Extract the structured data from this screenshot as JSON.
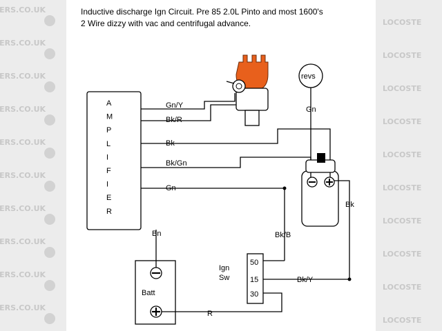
{
  "title": {
    "line1": "Inductive discharge Ign Circuit.  Pre 85 2.0L Pinto and most 1600's",
    "line2": "2 Wire dizzy with vac and centrifugal advance."
  },
  "watermark": {
    "left_text": "DERS.CO.UK",
    "right_text": "LOCOSTE",
    "rows": 10
  },
  "amplifier": {
    "letters": [
      "A",
      "M",
      "P",
      "L",
      "I",
      "F",
      "I",
      "E",
      "R"
    ]
  },
  "wires": {
    "gn_y": "Gn/Y",
    "bk_r": "Bk/R",
    "bk": "Bk",
    "bk_gn": "Bk/Gn",
    "gn": "Gn",
    "bn": "Bn",
    "gn_revs": "Gn",
    "bk_b": "Bk/B",
    "bk_y": "Bk/Y",
    "bk_coil": "Bk",
    "r": "R"
  },
  "tacho": {
    "label": "revs"
  },
  "battery": {
    "label": "Batt",
    "neg_symbol": "⊖",
    "pos_symbol": "⊕"
  },
  "ign_switch": {
    "label_line1": "Ign",
    "label_line2": "Sw",
    "terminals": [
      "50",
      "15",
      "30"
    ]
  },
  "colors": {
    "distributor": "#e8601c",
    "watermark_band": "#ececec",
    "line": "#000000"
  }
}
